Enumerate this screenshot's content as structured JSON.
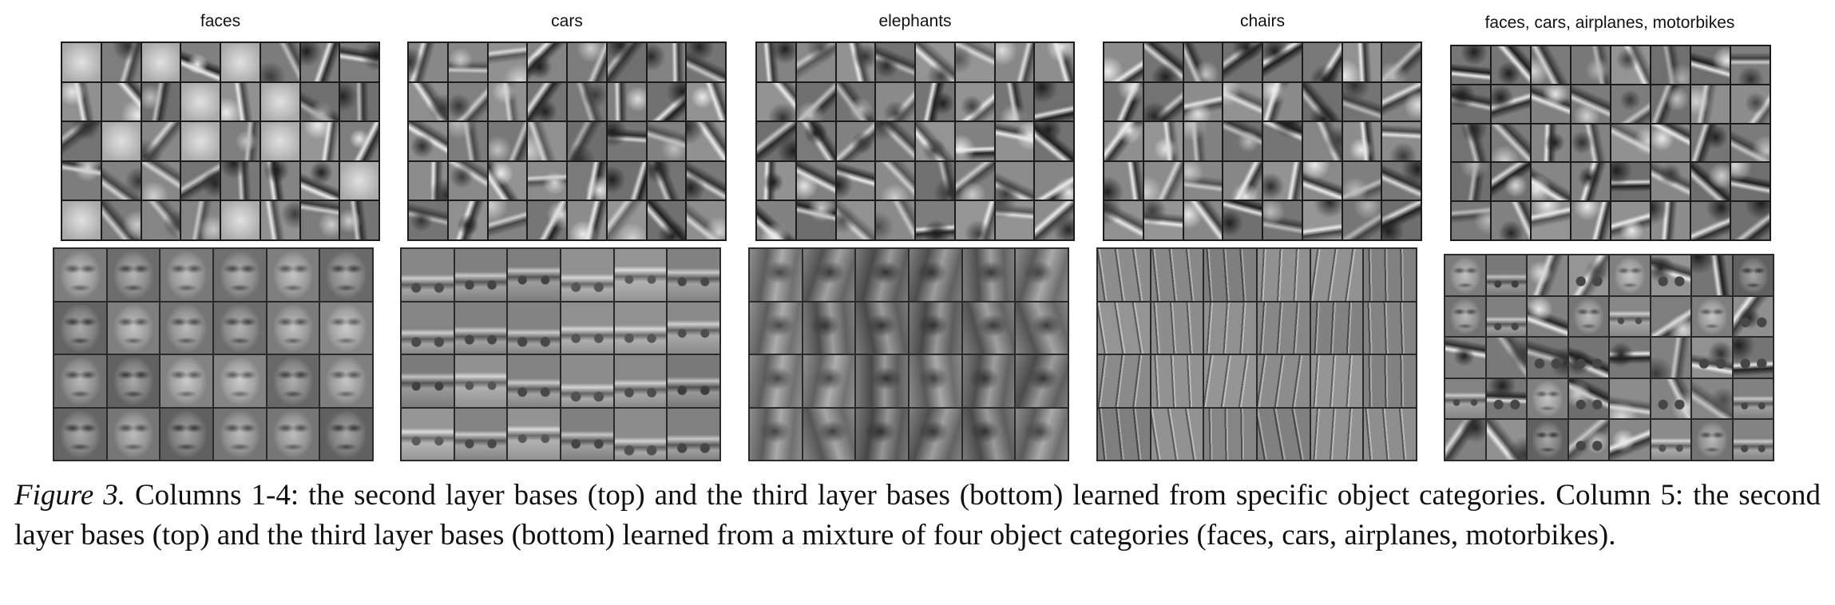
{
  "figure": {
    "columns": [
      {
        "title": "faces",
        "top": "faces",
        "bottom": "faces"
      },
      {
        "title": "cars",
        "top": "cars",
        "bottom": "cars"
      },
      {
        "title": "elephants",
        "top": "elephants",
        "bottom": "elephants"
      },
      {
        "title": "chairs",
        "top": "chairs",
        "bottom": "chairs"
      },
      {
        "title": "faces, cars, airplanes, motorbikes",
        "top": "mix",
        "bottom": "mix"
      }
    ],
    "caption_label": "Figure 3.",
    "caption_text": " Columns 1-4:  the second layer bases (top) and the third layer bases (bottom) learned from specific object categories.  Column 5: the second layer bases (top) and the third layer bases (bottom) learned from a mixture of four object categories (faces, cars, airplanes, motorbikes)."
  }
}
